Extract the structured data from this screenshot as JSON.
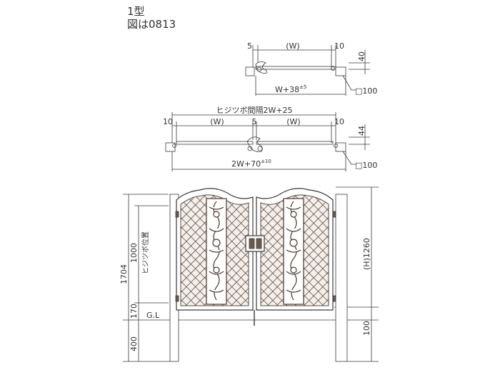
{
  "header": {
    "model": "1型",
    "figure_note": "図は0813"
  },
  "top_plan": {
    "left_gap": "5",
    "width_label": "(W)",
    "right_gap": "10",
    "depth": "40",
    "overall_base": "W+38",
    "overall_tol": "±5",
    "post_size": "□100"
  },
  "mid_plan": {
    "hinge_span_label": "ヒジツボ間隔2W+25",
    "left_gap": "10",
    "left_width": "(W)",
    "center_gap": "5",
    "right_width": "(W)",
    "right_gap": "10",
    "depth": "44",
    "overall_base": "2W+70",
    "overall_tol": "±10",
    "post_size": "□100"
  },
  "elevation": {
    "total_height": "1704",
    "hinge_height": "1000",
    "hinge_label": "ヒジツボ位置",
    "lower_offset": "170",
    "ground_label": "G.L",
    "embed_depth": "400",
    "gate_height": "(H)1260",
    "bottom_clearance": "100"
  },
  "colors": {
    "line": "#3a3a3a",
    "lattice": "#5a4a40",
    "gate_fill": "#6b5a50"
  }
}
